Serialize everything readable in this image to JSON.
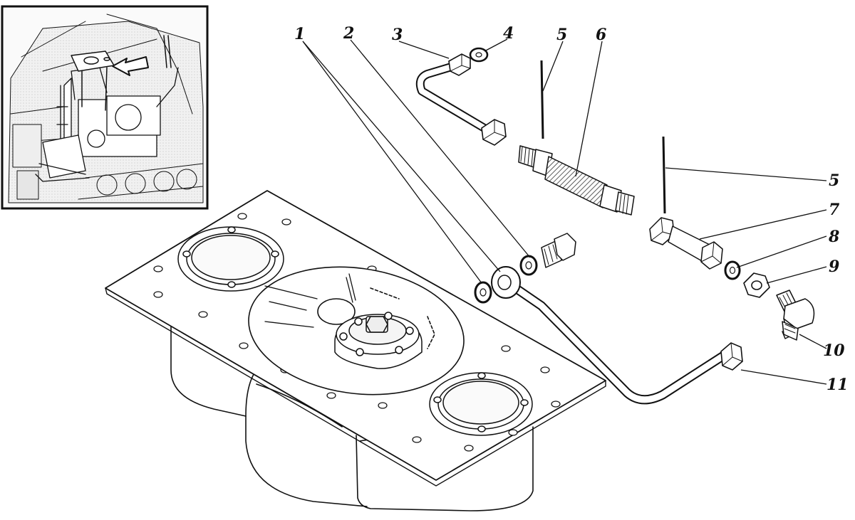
{
  "callouts": [
    {
      "id": "c1",
      "label": "1"
    },
    {
      "id": "c2",
      "label": "2"
    },
    {
      "id": "c3",
      "label": "3"
    },
    {
      "id": "c4",
      "label": "4"
    },
    {
      "id": "c5a",
      "label": "5"
    },
    {
      "id": "c6",
      "label": "6"
    },
    {
      "id": "c5b",
      "label": "5"
    },
    {
      "id": "c7",
      "label": "7"
    },
    {
      "id": "c8",
      "label": "8"
    },
    {
      "id": "c9",
      "label": "9"
    },
    {
      "id": "c10",
      "label": "10"
    },
    {
      "id": "c11",
      "label": "11"
    }
  ],
  "colors": {
    "ink": "#111111",
    "paper": "#ffffff",
    "hatch": "#555555"
  }
}
